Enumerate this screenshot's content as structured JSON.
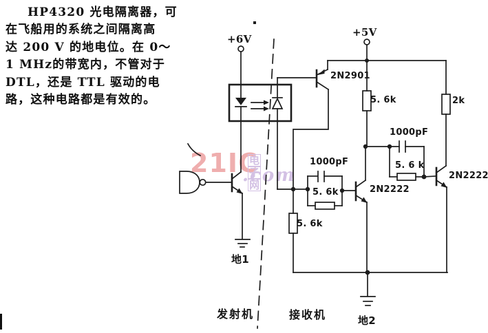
{
  "intro": {
    "lines": [
      "HP4320 光电隔离器，可",
      "在飞船用的系统之间隔离高",
      "达 200 V 的地电位。在 0～",
      "1 MHz的带宽内，不管对于",
      "DTL，还是 TTL 驱动的电",
      "路，这种电路都是有效的。"
    ]
  },
  "circuit": {
    "power_left": "+6V",
    "power_right": "+5V",
    "q1": "2N2901",
    "q2": "2N2222",
    "q3": "2N2222",
    "r_top": "5. 6k",
    "r_load": "2k",
    "c_right": "1000pF",
    "r_right": "5. 6 k",
    "c_left": "1000pF",
    "r_left": "5. 6k",
    "r_bottom": "5. 6k",
    "gnd1": "地1",
    "gnd2": "地2",
    "transmitter": "发射机",
    "receiver": "接收机"
  },
  "watermark": {
    "brand": "21IC",
    "suffix": ".com",
    "site": "电子网",
    "brand_color": "#ec9b9b",
    "site_color": "#c9b2de"
  },
  "colors": {
    "ink": "#1d1d1d",
    "background": "#ffffff"
  }
}
